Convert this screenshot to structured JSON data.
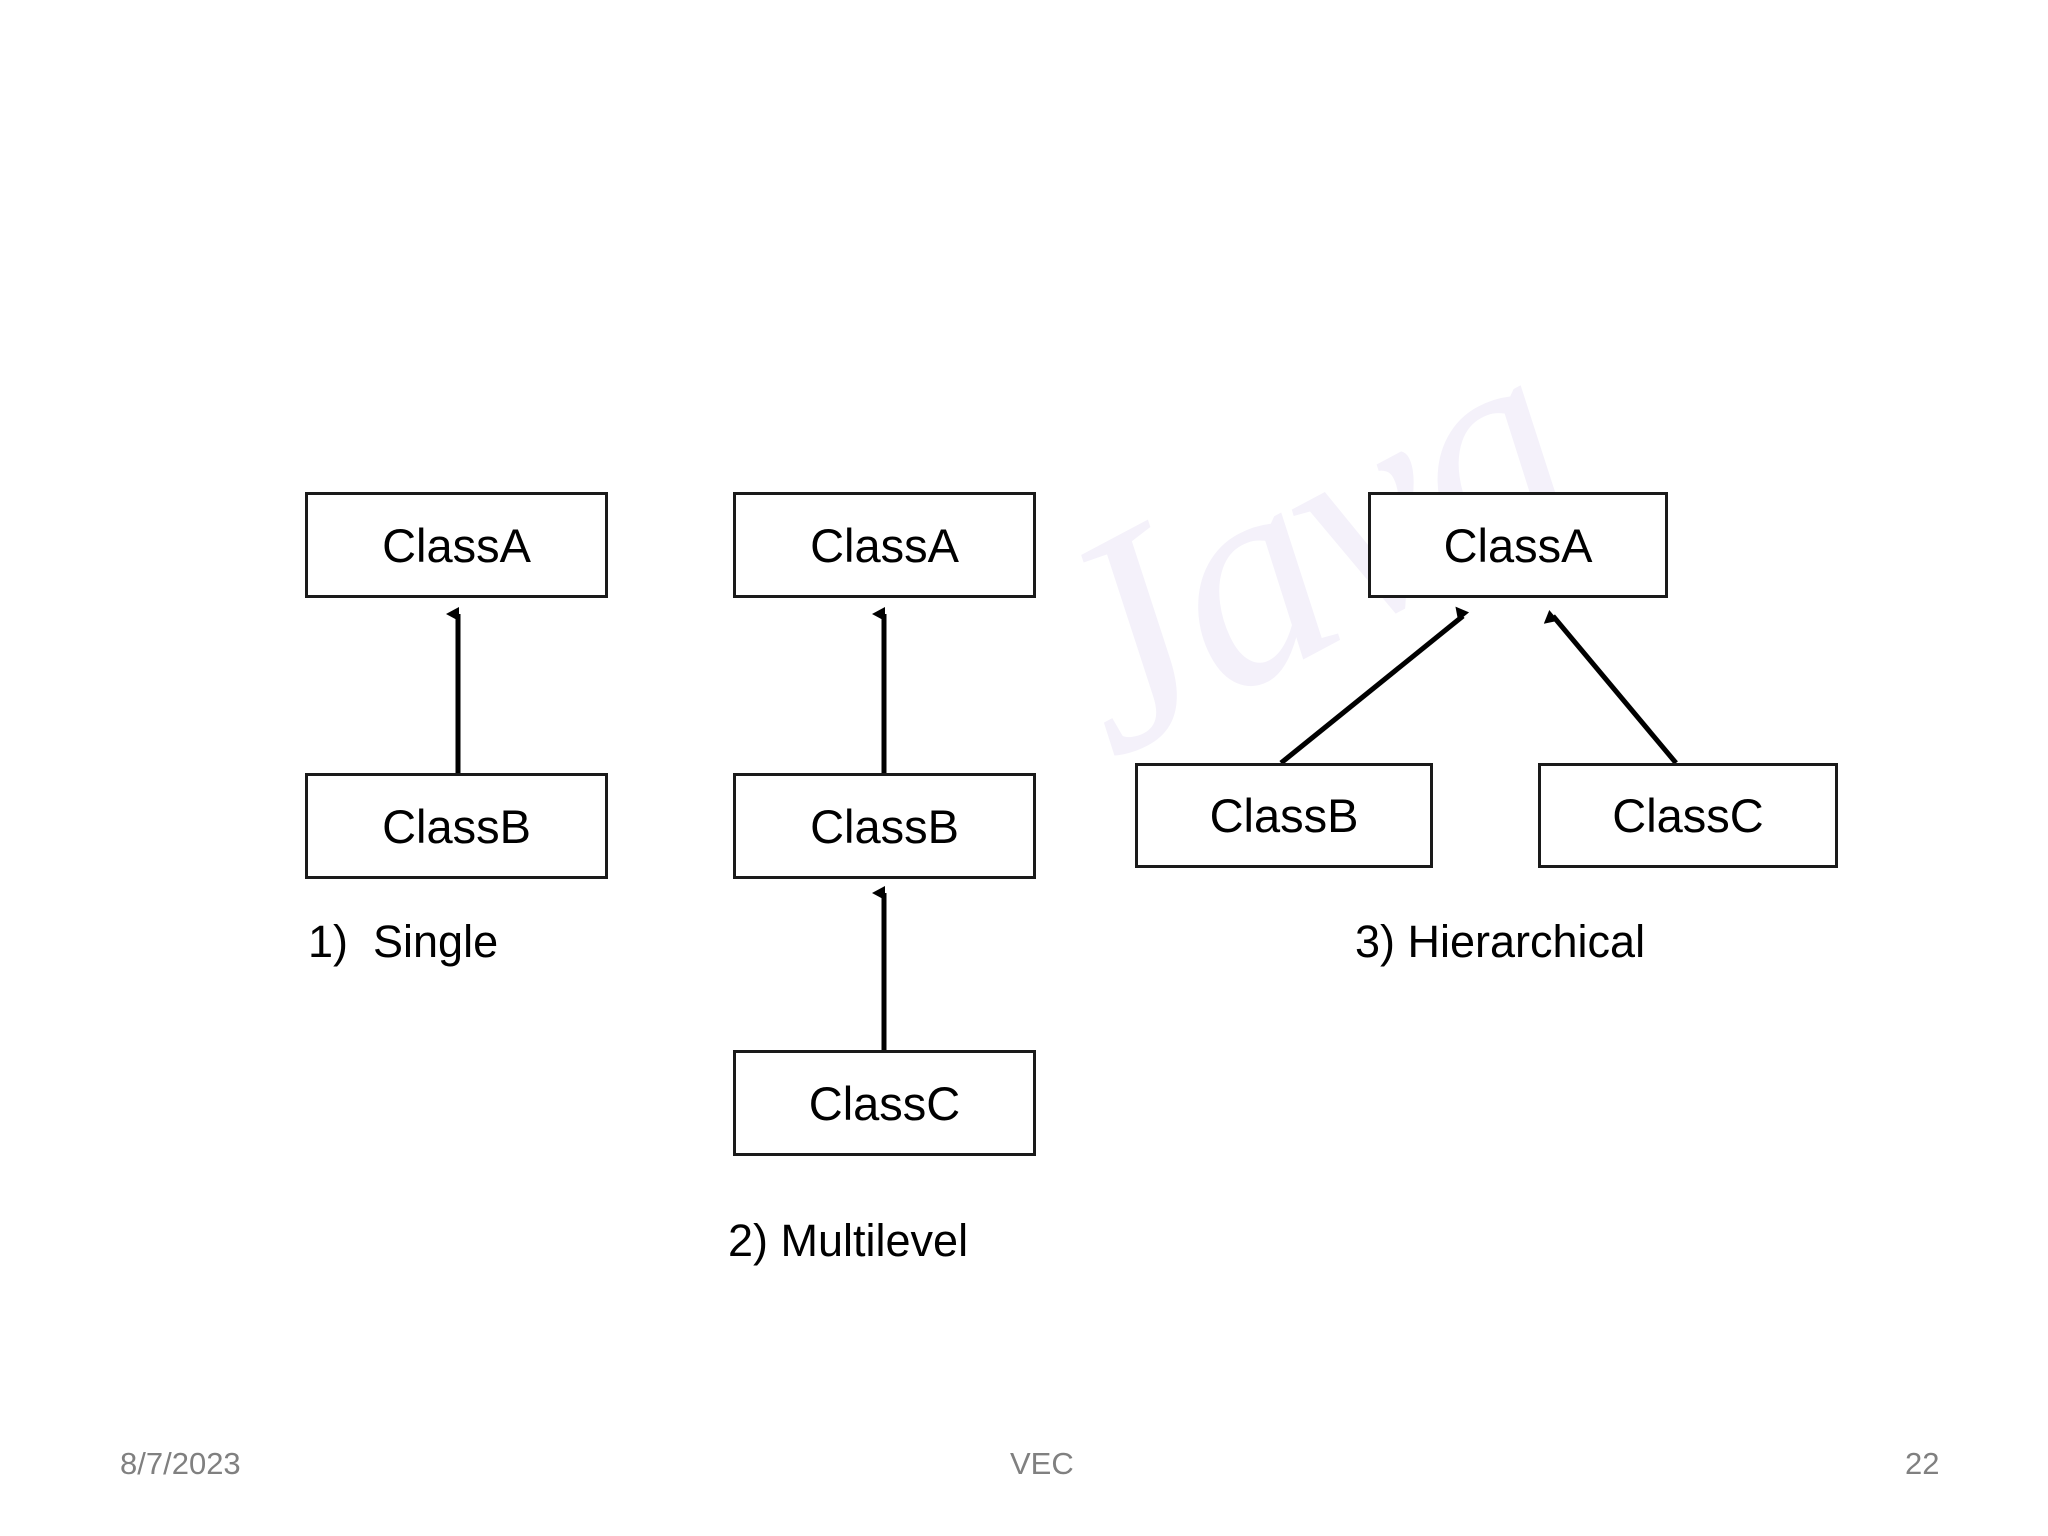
{
  "slide": {
    "background_color": "#ffffff",
    "watermark_text": "Java",
    "watermark_color": "#f4f1fa"
  },
  "diagrams": [
    {
      "id": "single",
      "caption": "1)  Single",
      "boxes": [
        {
          "label": "ClassA",
          "role": "parent"
        },
        {
          "label": "ClassB",
          "role": "child"
        }
      ],
      "edges": [
        {
          "from": "ClassB",
          "to": "ClassA",
          "style": "solid-arrow",
          "direction": "up"
        }
      ]
    },
    {
      "id": "multilevel",
      "caption": "2) Multilevel",
      "boxes": [
        {
          "label": "ClassA",
          "role": "grandparent"
        },
        {
          "label": "ClassB",
          "role": "parent"
        },
        {
          "label": "ClassC",
          "role": "child"
        }
      ],
      "edges": [
        {
          "from": "ClassB",
          "to": "ClassA",
          "style": "solid-arrow",
          "direction": "up"
        },
        {
          "from": "ClassC",
          "to": "ClassB",
          "style": "solid-arrow",
          "direction": "up"
        }
      ]
    },
    {
      "id": "hierarchical",
      "caption": "3) Hierarchical",
      "boxes": [
        {
          "label": "ClassA",
          "role": "parent"
        },
        {
          "label": "ClassB",
          "role": "child"
        },
        {
          "label": "ClassC",
          "role": "child"
        }
      ],
      "edges": [
        {
          "from": "ClassB",
          "to": "ClassA",
          "style": "solid-arrow",
          "direction": "up-right"
        },
        {
          "from": "ClassC",
          "to": "ClassA",
          "style": "solid-arrow",
          "direction": "up-left"
        }
      ]
    }
  ],
  "footer": {
    "date": "8/7/2023",
    "center": "VEC",
    "page_number": "22",
    "text_color": "#808080"
  }
}
